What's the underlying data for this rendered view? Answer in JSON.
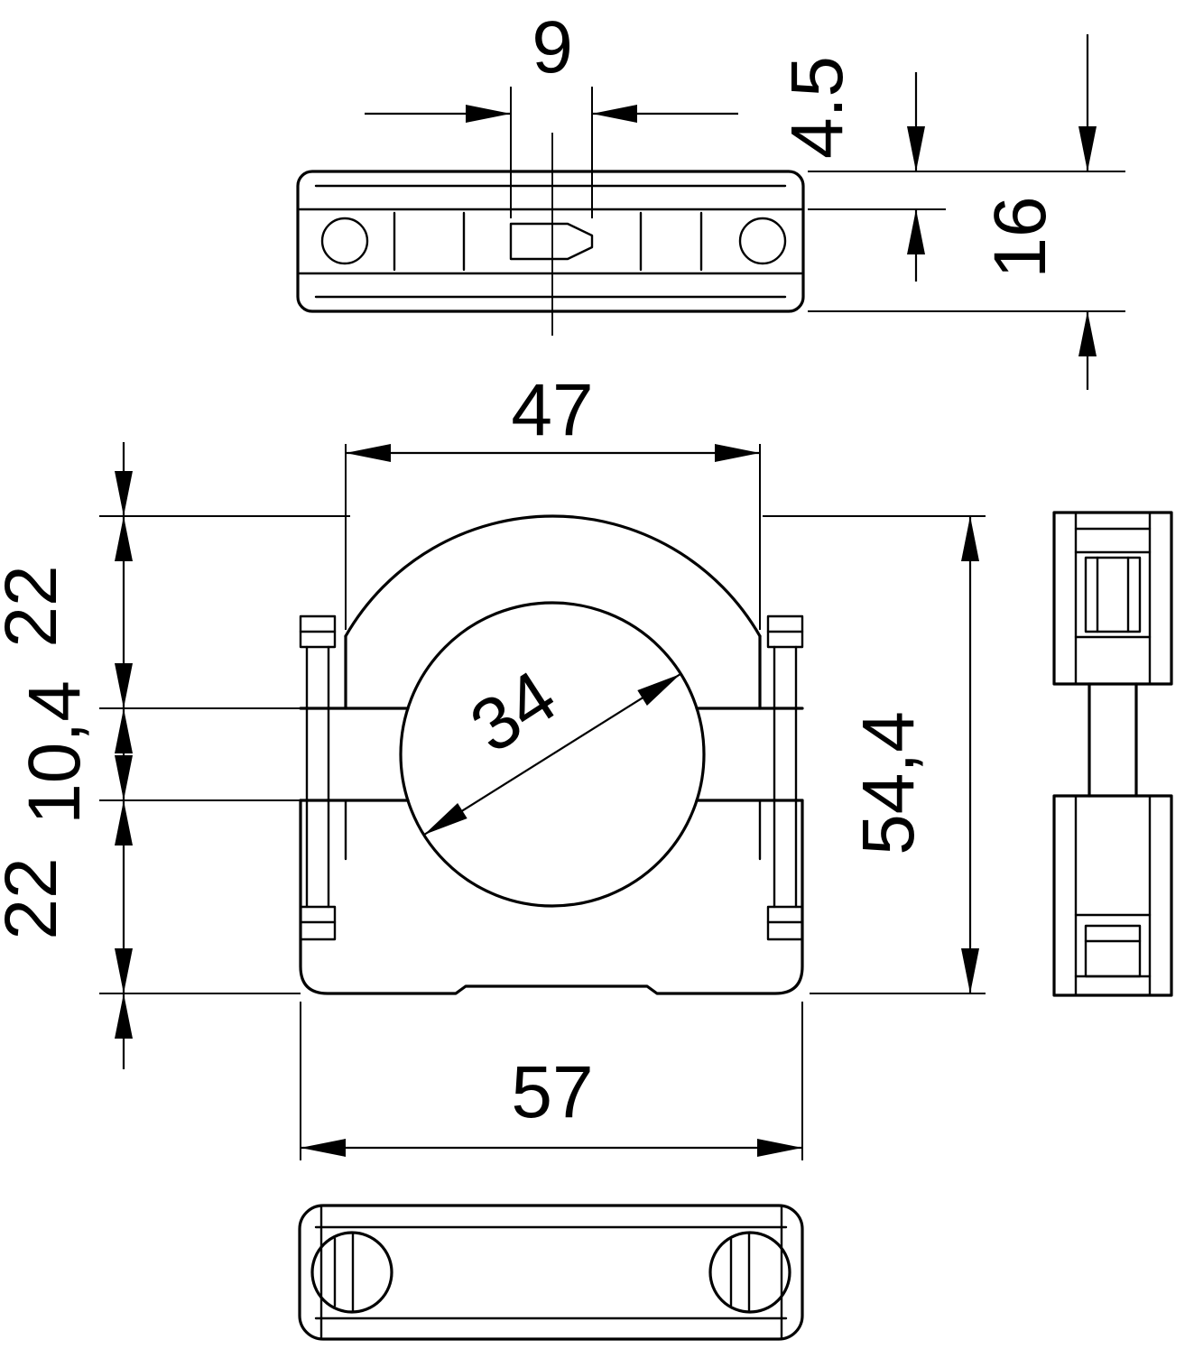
{
  "meta": {
    "type": "technical-dimension-drawing",
    "views": [
      "top-view",
      "front-view",
      "side-view",
      "bottom-view"
    ],
    "line_color": "#000000",
    "background_color": "#ffffff"
  },
  "dims": {
    "slot_width": "9",
    "cover_thickness": "4.5",
    "side_height": "16",
    "clamp_width": "47",
    "upper_half_height": "22",
    "gap_height": "10,4",
    "lower_half_height": "22",
    "bore_diameter": "34",
    "overall_height": "54,4",
    "overall_width": "57"
  }
}
